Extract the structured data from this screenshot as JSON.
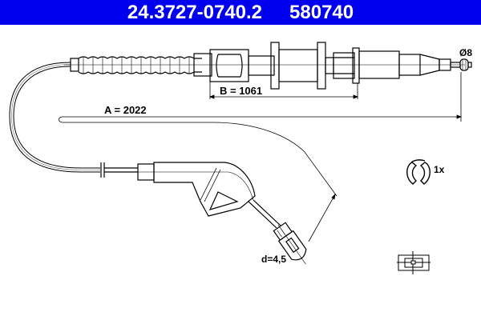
{
  "header": {
    "part_number": "24.3727-0740.2",
    "ref_number": "580740",
    "background_color": "#0000ee",
    "text_color": "#ffffff"
  },
  "dimensions": {
    "a_label": "A = 2022",
    "b_label": "B = 1061",
    "nipple_diameter": "Ø8",
    "end_diameter": "d=4,5"
  },
  "accessories": {
    "clip_quantity": "1x",
    "clip_icon": "retaining-clip-icon",
    "connector_icon": "connector-block-icon"
  }
}
